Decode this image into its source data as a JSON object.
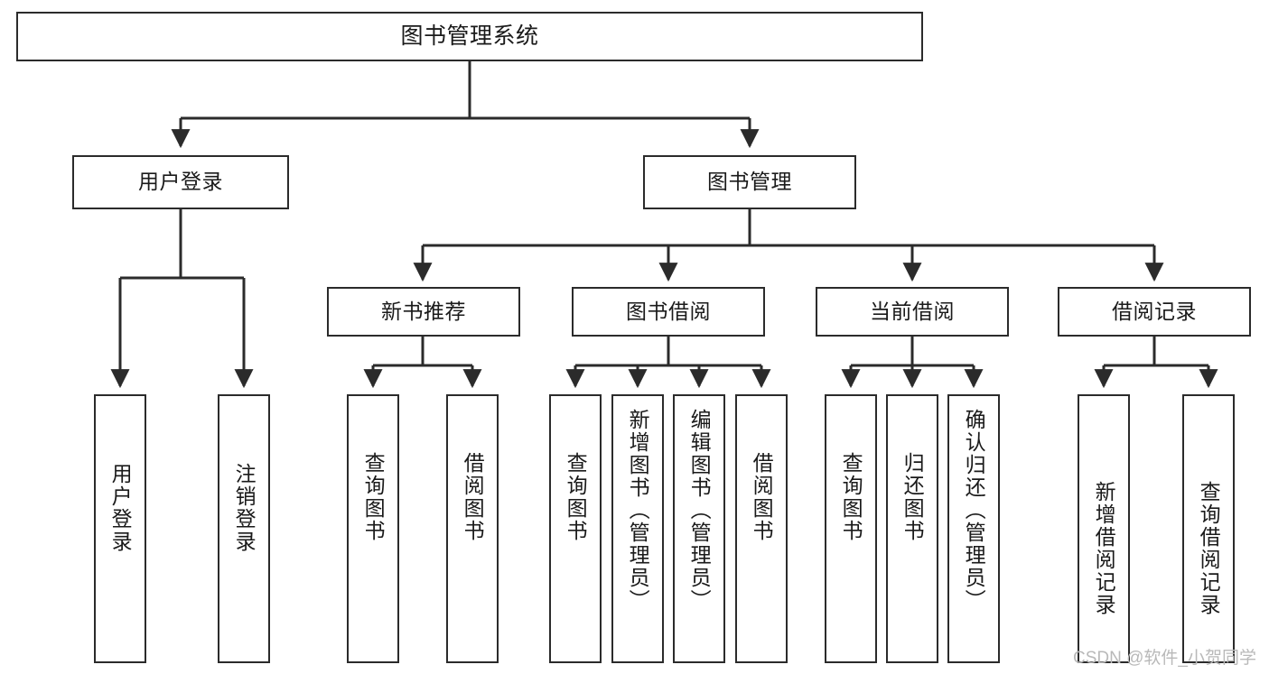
{
  "diagram": {
    "title": "图书管理系统",
    "type": "hierarchy-tree",
    "colors": {
      "stroke": "#2b2b2b",
      "fill": "#ffffff",
      "text": "#1a1a1a",
      "watermark": "#b9b9b9"
    },
    "root": {
      "label": "图书管理系统"
    },
    "level2": [
      {
        "label": "用户登录"
      },
      {
        "label": "图书管理"
      }
    ],
    "level3": [
      {
        "label": "新书推荐"
      },
      {
        "label": "图书借阅"
      },
      {
        "label": "当前借阅"
      },
      {
        "label": "借阅记录"
      }
    ],
    "leaves": {
      "user_login": [
        {
          "label": "用户登录"
        },
        {
          "label": "注销登录"
        }
      ],
      "new_book_recommend": [
        {
          "label": "查询图书"
        },
        {
          "label": "借阅图书"
        }
      ],
      "book_borrow": [
        {
          "label": "查询图书"
        },
        {
          "label": "新增图书（管理员）"
        },
        {
          "label": "编辑图书（管理员）"
        },
        {
          "label": "借阅图书"
        }
      ],
      "current_borrow": [
        {
          "label": "查询图书"
        },
        {
          "label": "归还图书"
        },
        {
          "label": "确认归还（管理员）"
        }
      ],
      "borrow_record": [
        {
          "label": "新增借阅记录"
        },
        {
          "label": "查询借阅记录"
        }
      ]
    },
    "watermark": "CSDN @软件_小贺同学"
  }
}
